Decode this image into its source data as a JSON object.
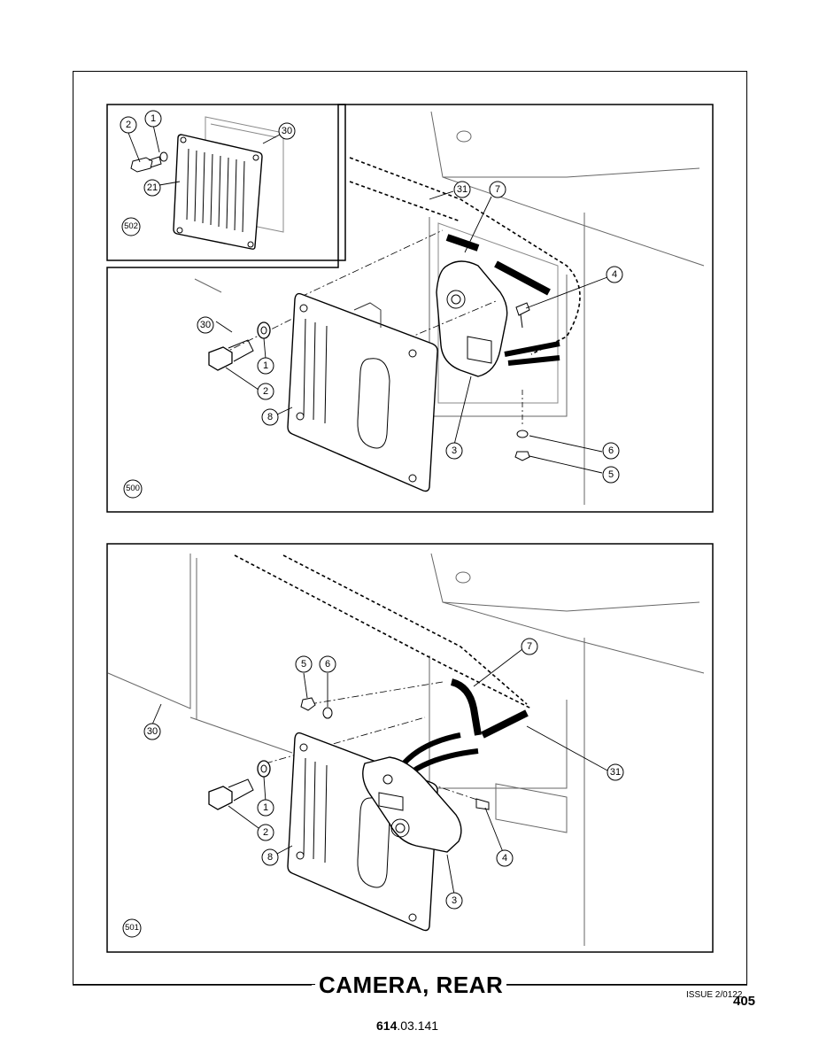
{
  "title": "CAMERA, REAR",
  "issue": "ISSUE 2/0122",
  "page_number": "405",
  "doc_number": {
    "bold": "614",
    "rest": ".03.141"
  },
  "views": {
    "v502": "502",
    "v500": "500",
    "v501": "501"
  },
  "callouts": {
    "c502_2": "2",
    "c502_1": "1",
    "c502_30": "30",
    "c502_21": "21",
    "c500_31": "31",
    "c500_7": "7",
    "c500_4": "4",
    "c500_30": "30",
    "c500_1": "1",
    "c500_2": "2",
    "c500_8": "8",
    "c500_3": "3",
    "c500_6": "6",
    "c500_5": "5",
    "c501_7": "7",
    "c501_5": "5",
    "c501_6": "6",
    "c501_30": "30",
    "c501_31": "31",
    "c501_1": "1",
    "c501_2": "2",
    "c501_8": "8",
    "c501_3": "3",
    "c501_4": "4"
  }
}
